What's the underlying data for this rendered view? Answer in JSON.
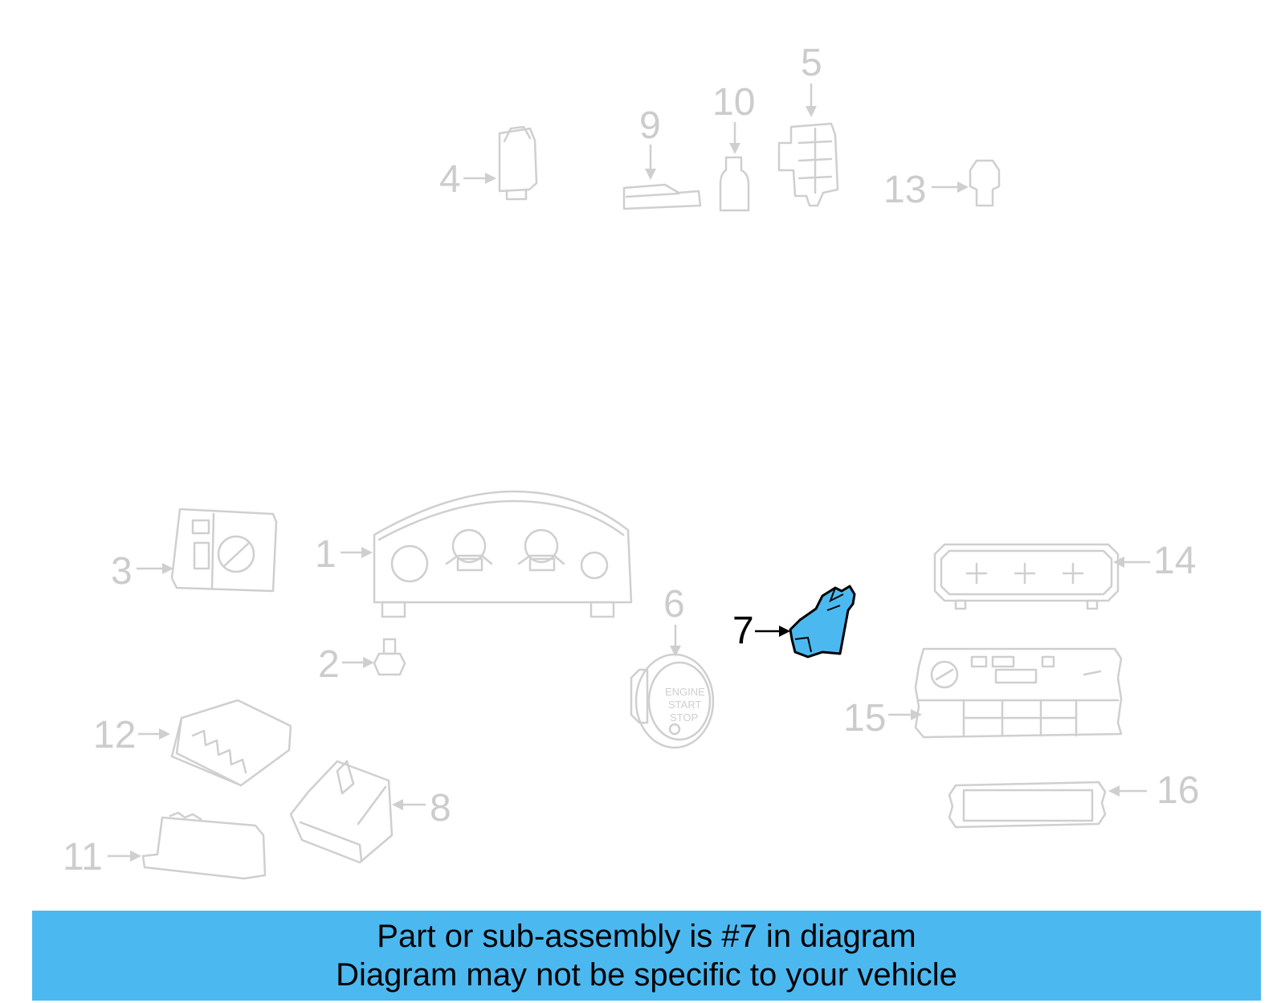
{
  "colors": {
    "highlight": "#4cb8f0",
    "banner": "#4cb8f0",
    "faded": "#cccccc",
    "active": "#000000"
  },
  "callouts": {
    "c1": "1",
    "c2": "2",
    "c3": "3",
    "c4": "4",
    "c5": "5",
    "c6": "6",
    "c7": "7",
    "c8": "8",
    "c9": "9",
    "c10": "10",
    "c11": "11",
    "c12": "12",
    "c13": "13",
    "c14": "14",
    "c15": "15",
    "c16": "16"
  },
  "highlighted_part": "7",
  "button_text": {
    "line1": "ENGINE",
    "line2": "START",
    "line3": "STOP"
  },
  "banner": {
    "line1": "Part or sub-assembly is #7 in diagram",
    "line2": "Diagram may not be specific to your vehicle"
  }
}
